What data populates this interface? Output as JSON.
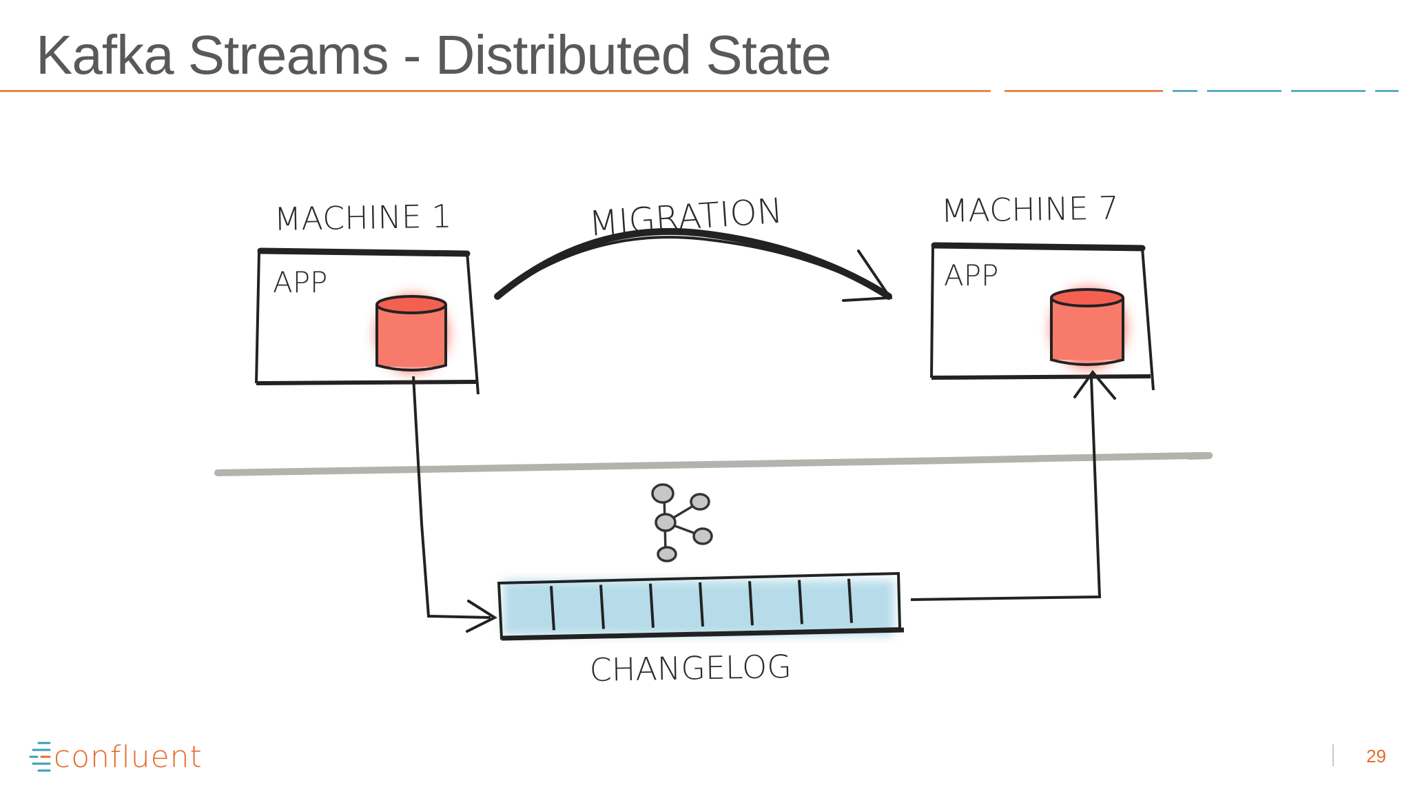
{
  "slide": {
    "title": "Kafka Streams - Distributed State",
    "page_number": "29"
  },
  "diagram": {
    "machine_left_label": "MACHINE 1",
    "machine_right_label": "MACHINE 7",
    "app_left_label": "APP",
    "app_right_label": "APP",
    "migration_label": "MIGRATION",
    "changelog_label": "CHANGELOG",
    "changelog_segments": 8
  },
  "brand": {
    "logo_text": "confluent",
    "accent_color": "#e46c2b",
    "teal_color": "#3a9bb8",
    "state_store_color": "#f56a5a",
    "changelog_fill_color": "#a9d6e5",
    "network_line_color": "#b3b3ae"
  },
  "icons": {
    "state_store": "database-cylinder-icon",
    "topology": "stream-topology-icon",
    "logo": "confluent-logo-icon"
  }
}
